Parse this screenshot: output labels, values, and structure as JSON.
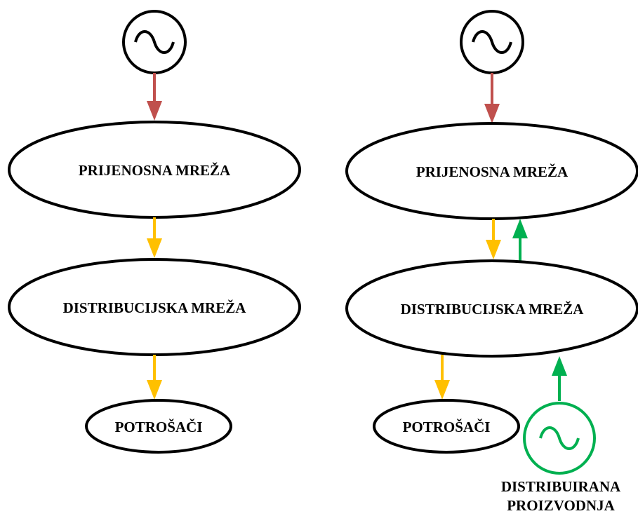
{
  "colors": {
    "outline": "#000000",
    "grid_flow": "#c0504d",
    "downstream_flow": "#ffc000",
    "distributed_flow": "#00b050"
  },
  "left": {
    "transmission_label": "PRIJENOSNA MREŽA",
    "distribution_label": "DISTRIBUCIJSKA MREŽA",
    "consumers_label": "POTROŠAČI"
  },
  "right": {
    "transmission_label": "PRIJENOSNA MREŽA",
    "distribution_label": "DISTRIBUCIJSKA MREŽA",
    "consumers_label": "POTROŠAČI",
    "dg_caption_line1": "DISTRIBUIRANA",
    "dg_caption_line2": "PROIZVODNJA"
  },
  "icons": {
    "generator": "ac-sine-source-icon"
  }
}
